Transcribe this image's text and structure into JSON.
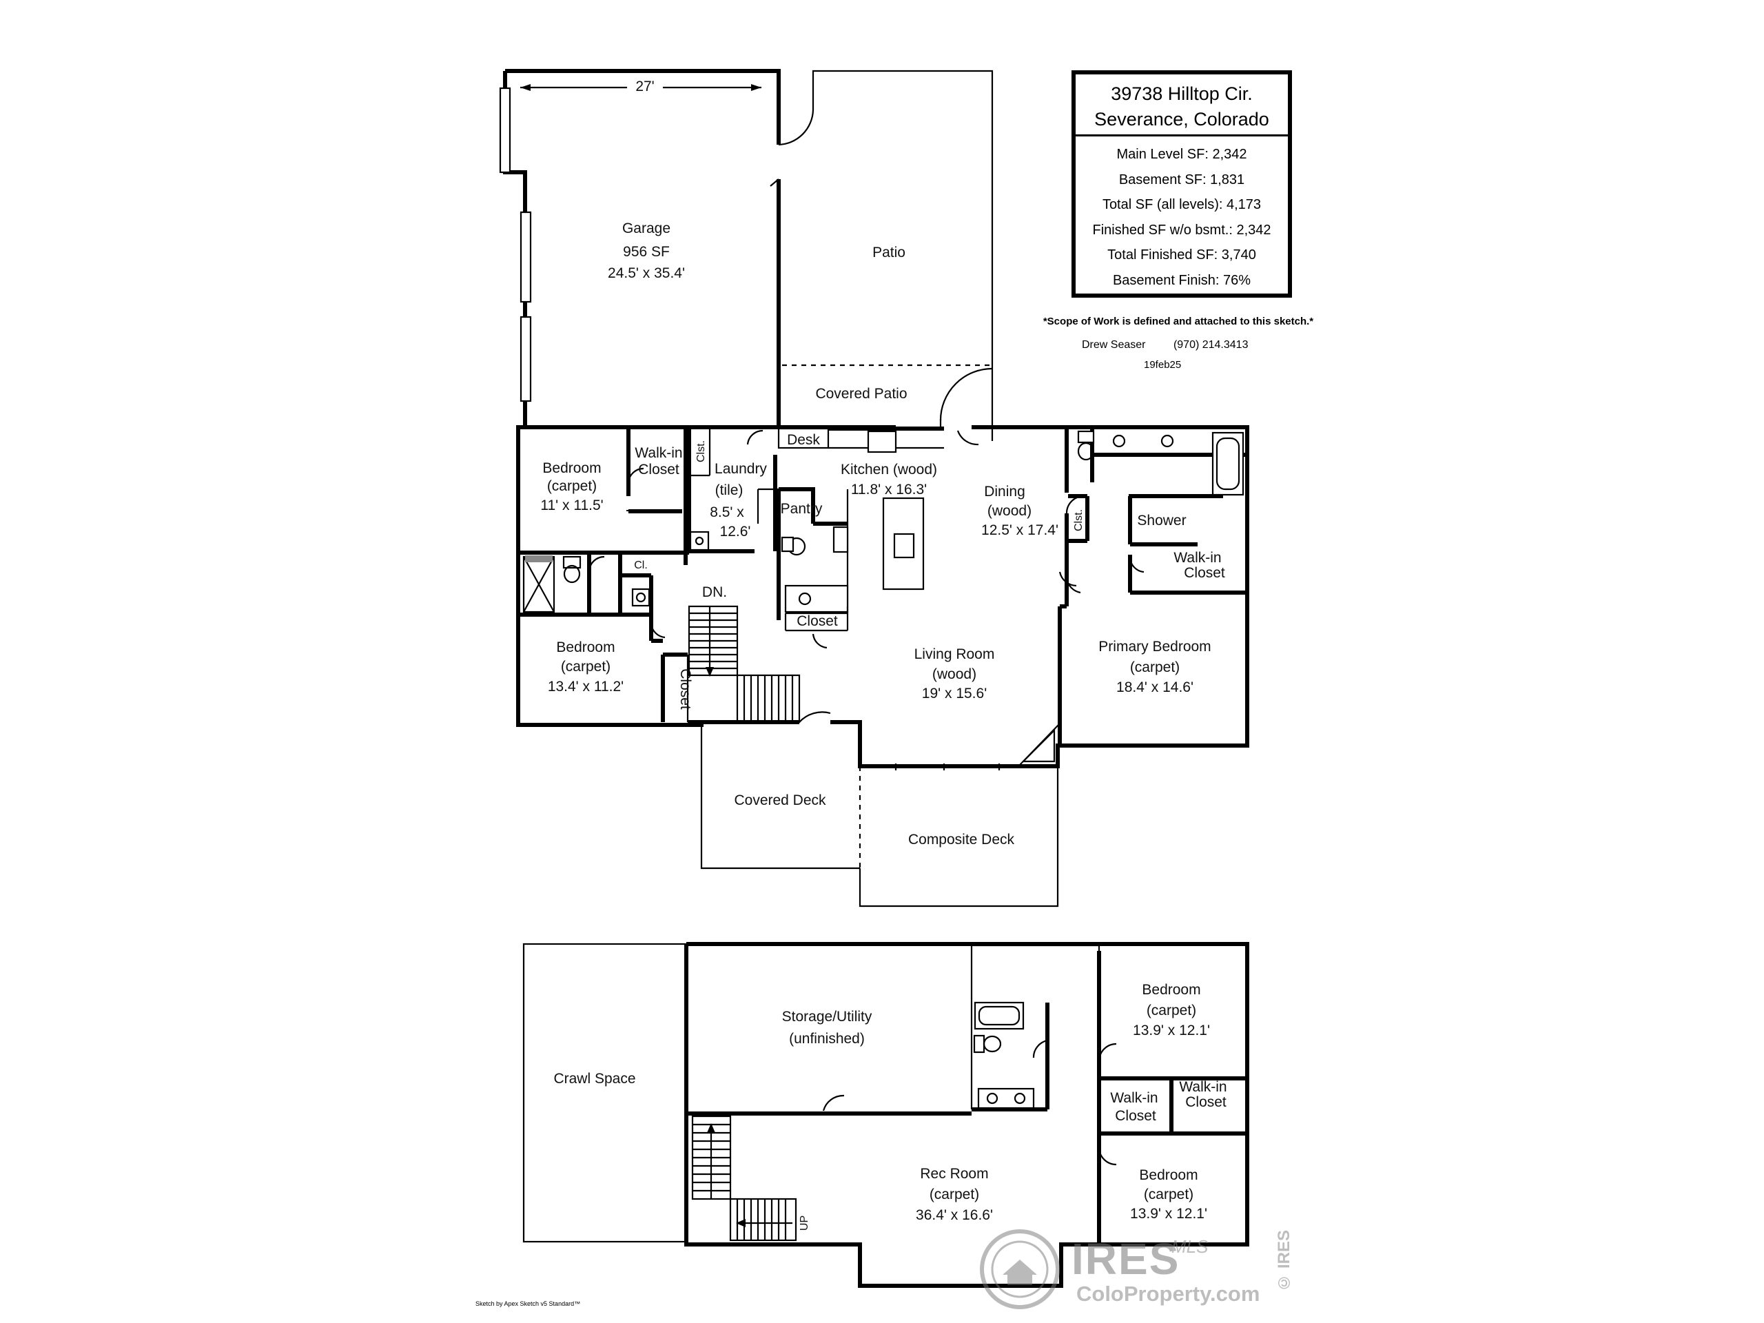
{
  "info_box": {
    "address_line1": "39738 Hilltop Cir.",
    "address_line2": "Severance, Colorado",
    "stats": [
      "Main Level SF: 2,342",
      "Basement SF: 1,831",
      "Total SF (all levels): 4,173",
      "Finished SF w/o bsmt.: 2,342",
      "Total Finished SF: 3,740",
      "Basement Finish: 76%"
    ]
  },
  "scope_note": "*Scope of Work is defined and attached to this sketch.*",
  "preparer": {
    "name": "Drew Seaser",
    "phone": "(970) 214.3413"
  },
  "sketch_date": "19feb25",
  "footer_credit": "Sketch by Apex Sketch v5 Standard™",
  "watermark": {
    "brand": "IRES",
    "sub": "MLS",
    "site": "ColoProperty.com",
    "vertical": "© IRES"
  },
  "main_level": {
    "garage_width": "27'",
    "garage": [
      "Garage",
      "956 SF",
      "24.5' x 35.4'"
    ],
    "patio": "Patio",
    "covered_patio": "Covered Patio",
    "bedroom_nw": [
      "Bedroom",
      "(carpet)",
      "11' x 11.5'"
    ],
    "walkin_closet_nw": [
      "Walk-in",
      "Closet"
    ],
    "clst_laundry": "Clst.",
    "laundry": [
      "Laundry",
      "(tile)",
      "8.5' x",
      "12.6'"
    ],
    "desk": "Desk",
    "kitchen": [
      "Kitchen  (wood)",
      "11.8' x 16.3'"
    ],
    "pantry": "Pantry",
    "dining": [
      "Dining",
      "(wood)",
      "12.5' x 17.4'"
    ],
    "clst_bath": "Clst.",
    "shower": "Shower",
    "walkin_closet_primary": [
      "Walk-in",
      "Closet"
    ],
    "cl_hall": "Cl.",
    "dn": "DN.",
    "closet_hall": "Closet",
    "bedroom_sw": [
      "Bedroom",
      "(carpet)",
      "13.4' x 11.2'"
    ],
    "closet_sw": "Closet",
    "living_room": [
      "Living Room",
      "(wood)",
      "19' x 15.6'"
    ],
    "primary_bedroom": [
      "Primary Bedroom",
      "(carpet)",
      "18.4' x 14.6'"
    ],
    "covered_deck": "Covered Deck",
    "composite_deck": "Composite Deck"
  },
  "basement": {
    "crawl_space": "Crawl Space",
    "storage": [
      "Storage/Utility",
      "(unfinished)"
    ],
    "bedroom_ne": [
      "Bedroom",
      "(carpet)",
      "13.9' x 12.1'"
    ],
    "walkin_closet_a": [
      "Walk-in",
      "Closet"
    ],
    "walkin_closet_b": [
      "Walk-in",
      "Closet"
    ],
    "bedroom_se": [
      "Bedroom",
      "(carpet)",
      "13.9' x 12.1'"
    ],
    "rec_room": [
      "Rec Room",
      "(carpet)",
      "36.4' x 16.6'"
    ],
    "up": "UP"
  }
}
